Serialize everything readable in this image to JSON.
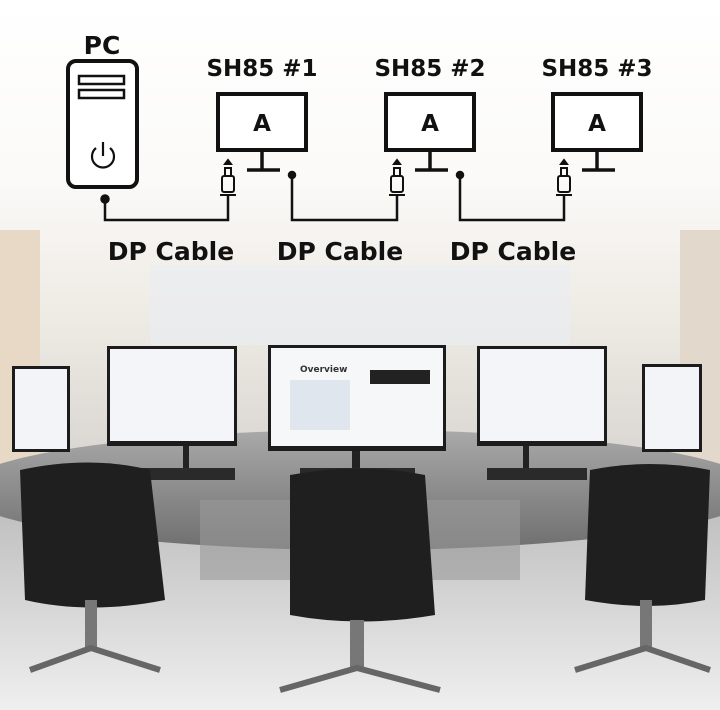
{
  "pc": {
    "label": "PC"
  },
  "monitors": [
    {
      "label": "SH85 #1",
      "screen": "A"
    },
    {
      "label": "SH85 #2",
      "screen": "A"
    },
    {
      "label": "SH85 #3",
      "screen": "A"
    }
  ],
  "cables": [
    {
      "label": "DP Cable"
    },
    {
      "label": "DP Cable"
    },
    {
      "label": "DP Cable"
    }
  ],
  "scene": {
    "slide_title": "Overview"
  }
}
